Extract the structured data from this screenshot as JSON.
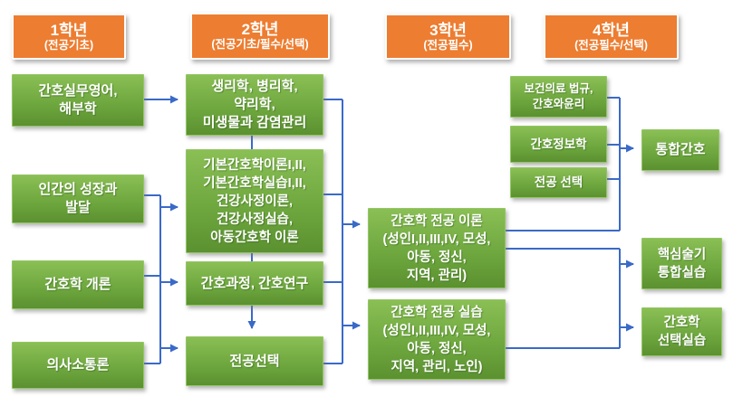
{
  "colors": {
    "header_orange": "#ED7D31",
    "node_green": "#6FA83F",
    "connector_blue": "#3A6AC8",
    "text_white": "#FFFFFF"
  },
  "columns": [
    {
      "header": {
        "title": "1학년",
        "subtitle": "(전공기초)"
      },
      "courses": [
        "간호실무영어,\n해부학",
        "인간의 성장과\n발달",
        "간호학 개론",
        "의사소통론"
      ]
    },
    {
      "header": {
        "title": "2학년",
        "subtitle": "(전공기초/필수/선택)"
      },
      "courses": [
        "생리학, 병리학,\n약리학,\n미생물과 감염관리",
        "기본간호학이론I,II,\n기본간호학실습I,II,\n건강사정이론,\n건강사정실습,\n아동간호학 이론",
        "간호과정, 간호연구",
        "전공선택"
      ]
    },
    {
      "header": {
        "title": "3학년",
        "subtitle": "(전공필수)"
      },
      "courses": [
        "간호학 전공 이론\n(성인I,II,III,IV, 모성,\n아동, 정신,\n지역, 관리)",
        "간호학 전공 실습\n(성인I,II,III,IV, 모성,\n아동, 정신,\n지역, 관리, 노인)"
      ]
    },
    {
      "header": {
        "title": "4학년",
        "subtitle": "(전공필수/선택)"
      },
      "courses": [
        "보건의료 법규,\n간호와윤리",
        "간호정보학",
        "전공 선택"
      ],
      "outcomes": [
        "통합간호",
        "핵심술기\n통합실습",
        "간호학\n선택실습"
      ]
    }
  ],
  "edges": [
    {
      "from": "간호실무영어/해부학",
      "to": "생리학/병리학/약리학/미생물과 감염관리"
    },
    {
      "from": "인간의 성장과 발달 · 간호학 개론 · 의사소통론",
      "to": "기본간호학이론실습 · 간호과정/간호연구 · 전공선택"
    },
    {
      "from": "생리학 묶음",
      "to": "기본간호학 묶음"
    },
    {
      "from": "기본간호학 묶음",
      "to": "간호과정, 간호연구"
    },
    {
      "from": "간호과정, 간호연구",
      "to": "전공선택"
    },
    {
      "from": "2학년 과목 전체",
      "to": "간호학 전공 이론 · 간호학 전공 실습"
    },
    {
      "from": "보건의료 법규/간호와윤리 · 간호정보학 · 전공 선택 · 간호학 전공 이론",
      "to": "통합간호"
    },
    {
      "from": "간호학 전공 이론 · 간호학 전공 실습",
      "to": "핵심술기 통합실습 · 간호학 선택실습"
    }
  ]
}
